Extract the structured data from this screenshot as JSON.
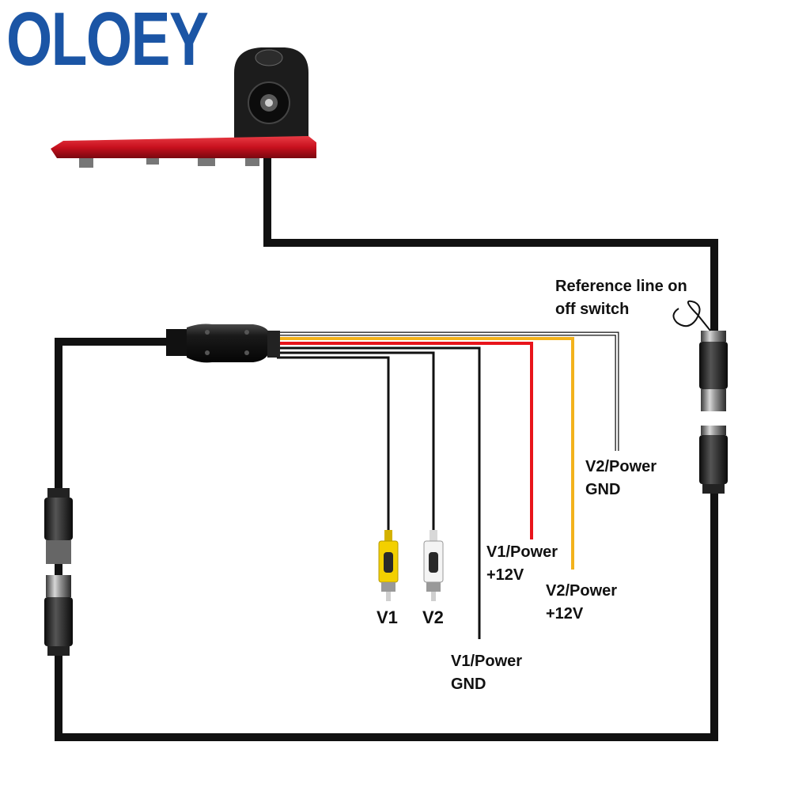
{
  "brand": {
    "name": "OLOEY",
    "color": "#1b55a5"
  },
  "labels": {
    "reference_line": [
      "Reference line on",
      "off switch"
    ],
    "v2_gnd": [
      "V2/Power",
      "GND"
    ],
    "v1_plus": [
      "V1/Power",
      "+12V"
    ],
    "v2_plus": [
      "V2/Power",
      "+12V"
    ],
    "v1_gnd": [
      "V1/Power",
      "GND"
    ],
    "plug_v1": "V1",
    "plug_v2": "V2"
  },
  "icons": {
    "camera": "brake-light-camera-icon",
    "harness_connector": "wire-harness-connector-icon",
    "aviation_connector": "aviation-connector-icon",
    "rca_plug": "rca-plug-icon"
  },
  "colors": {
    "cable": "#111111",
    "wire_red": "#e8141b",
    "wire_yellow": "#f3b21c",
    "wire_white": "#ffffff",
    "rca_yellow": "#f3d000",
    "rca_white": "#f4f4f4",
    "lamp_red": "#c8101e"
  }
}
